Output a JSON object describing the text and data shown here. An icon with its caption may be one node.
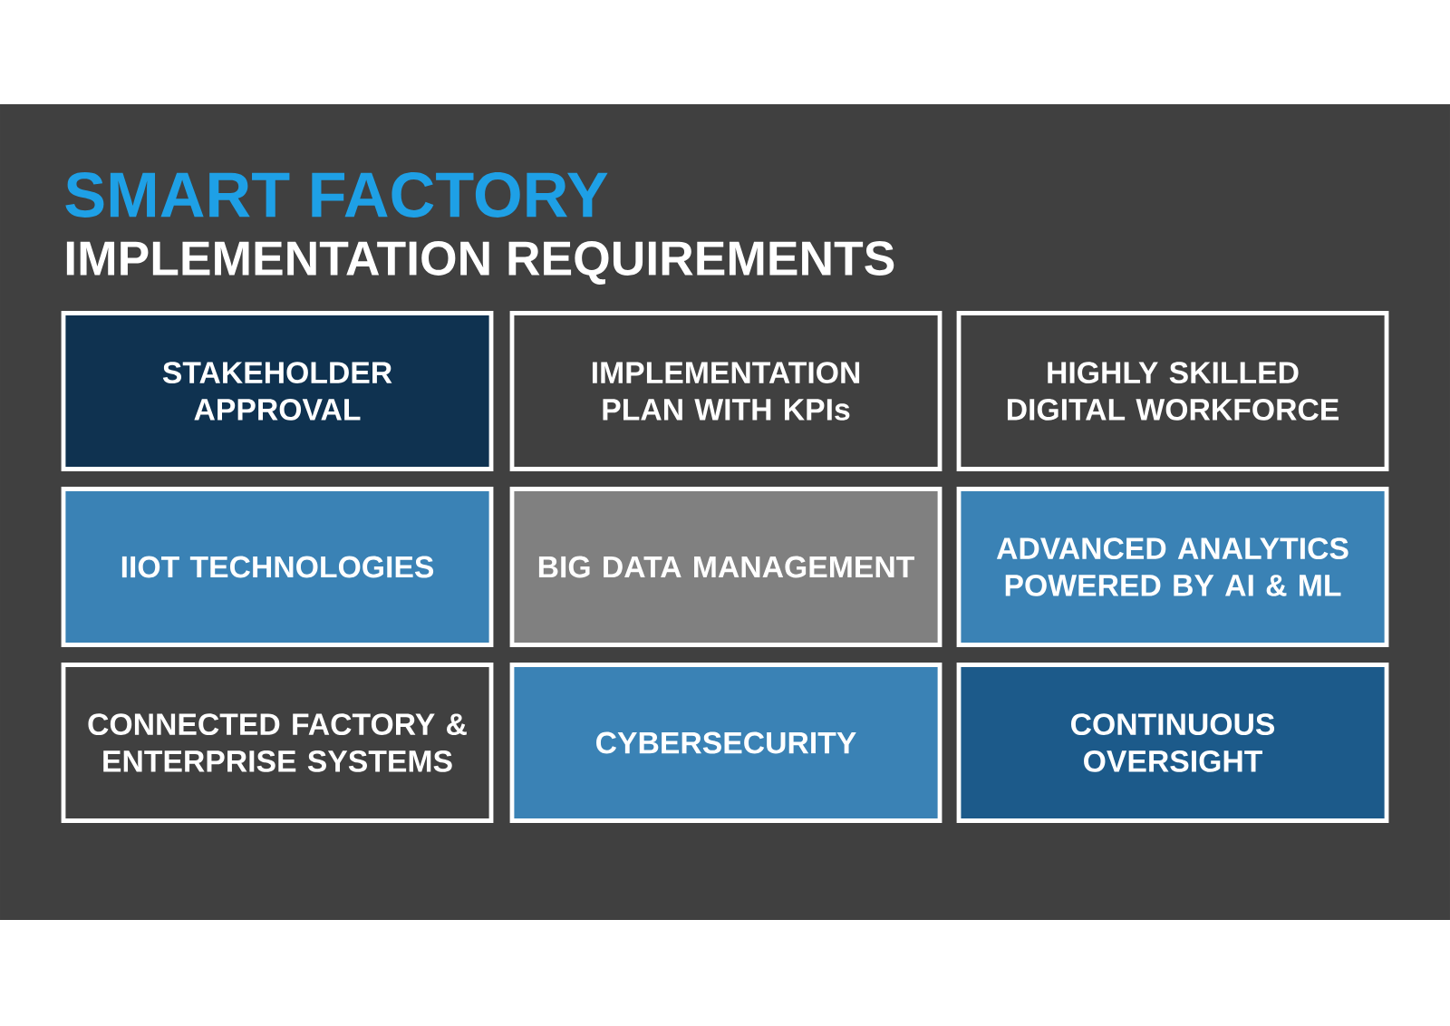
{
  "diagram": {
    "title": "SMART FACTORY",
    "labels": [
      "IMPLEMENTATION REQUIREMENTS"
    ],
    "nodes": [
      {
        "text": [
          "STAKEHOLDER APPROVAL"
        ]
      },
      {
        "text": [
          "IMPLEMENTATION PLAN WITH KPIs"
        ]
      },
      {
        "text": [
          "HIGHLY SKILLED DIGITAL WORKFORCE"
        ]
      },
      {
        "text": [
          "IIOT TECHNOLOGIES"
        ]
      },
      {
        "text": [
          "BIG DATA MANAGEMENT"
        ]
      },
      {
        "text": [
          "ADVANCED ANALYTICS POWERED BY AI & ML"
        ]
      },
      {
        "text": [
          "CONNECTED FACTORY & ENTERPRISE SYSTEMS"
        ]
      },
      {
        "text": [
          "CYBERSECURITY"
        ]
      },
      {
        "text": [
          "CONTINUOUS OVERSIGHT"
        ]
      }
    ],
    "edges": []
  }
}
